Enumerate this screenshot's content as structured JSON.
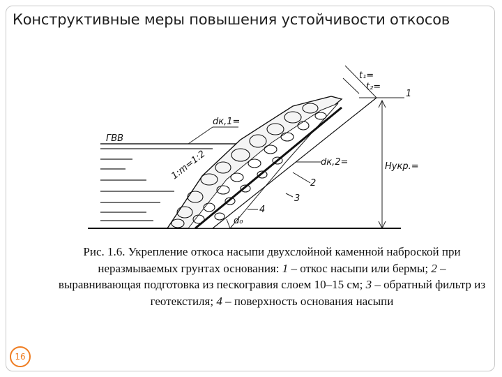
{
  "slide": {
    "title": "Конструктивные меры повышения устойчивости  откосов",
    "page_number": "16",
    "accent_color": "#ef7d22"
  },
  "figure": {
    "labels": {
      "gvv": "ГВВ",
      "dk1": "dк,1=",
      "dk2": "dк,2=",
      "slope": "1:m=1:2",
      "t1": "t₁=",
      "t2": "t₂=",
      "h": "Hукр.=",
      "d0": "d₀",
      "n1": "1",
      "n2": "2",
      "n3": "3",
      "n4": "4"
    }
  },
  "caption": {
    "part1": "Рис. 1.6. Укрепление откоса насыпи двухслойной каменной наброской при неразмываемых грунтах основания: ",
    "n1": "1",
    "t1": " – откос насыпи или бермы; ",
    "n2": "2",
    "t2": " – выравнивающая подготовка из пескогравия слоем 10–15 см; ",
    "n3": "3",
    "t3": " – обратный фильтр из геотекстиля; ",
    "n4": "4",
    "t4": " – поверхность основания насыпи"
  }
}
